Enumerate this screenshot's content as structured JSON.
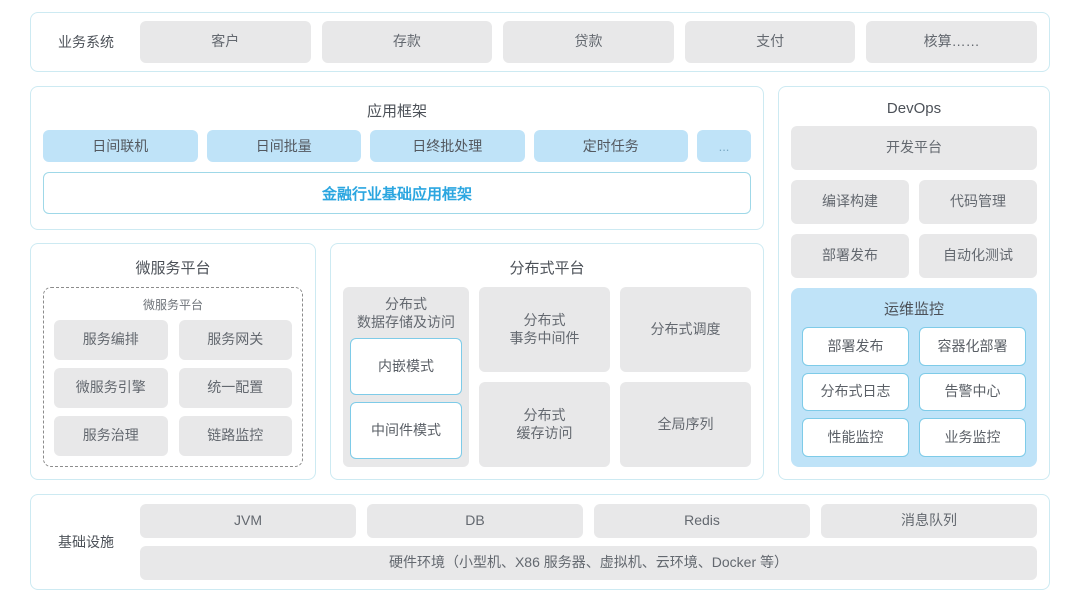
{
  "business_systems": {
    "label": "业务系统",
    "items": [
      "客户",
      "存款",
      "贷款",
      "支付",
      "核算……"
    ]
  },
  "app_framework": {
    "title": "应用框架",
    "chips": [
      "日间联机",
      "日间批量",
      "日终批处理",
      "定时任务",
      "..."
    ],
    "foundation_bar": "金融行业基础应用框架"
  },
  "microservice_platform": {
    "title": "微服务平台",
    "inner_title": "微服务平台",
    "items": [
      "服务编排",
      "服务网关",
      "微服务引擎",
      "统一配置",
      "服务治理",
      "链路监控"
    ]
  },
  "distributed_platform": {
    "title": "分布式平台",
    "storage_card": {
      "title": "分布式\n数据存储及访问",
      "title_line1": "分布式",
      "title_line2": "数据存储及访问",
      "modes": [
        "内嵌模式",
        "中间件模式"
      ]
    },
    "cards": [
      {
        "line1": "分布式",
        "line2": "事务中间件"
      },
      {
        "line1": "分布式调度",
        "line2": ""
      },
      {
        "line1": "分布式",
        "line2": "缓存访问"
      },
      {
        "line1": "全局序列",
        "line2": ""
      }
    ]
  },
  "devops": {
    "title": "DevOps",
    "platform": "开发平台",
    "pairs": [
      "编译构建",
      "代码管理",
      "部署发布",
      "自动化测试"
    ],
    "ops_monitor": {
      "title": "运维监控",
      "items": [
        "部署发布",
        "容器化部署",
        "分布式日志",
        "告警中心",
        "性能监控",
        "业务监控"
      ]
    }
  },
  "infrastructure": {
    "label": "基础设施",
    "items": [
      "JVM",
      "DB",
      "Redis",
      "消息队列"
    ],
    "hardware": "硬件环境（小型机、X86 服务器、虚拟机、云环境、Docker 等）"
  },
  "colors": {
    "panel_border": "#cdeaf2",
    "chip_grey": "#e8e8e9",
    "chip_blue": "#bfe3f8",
    "accent_blue": "#2ba6e0",
    "outline_blue": "#7ecbe8",
    "text": "#5a5f66"
  }
}
